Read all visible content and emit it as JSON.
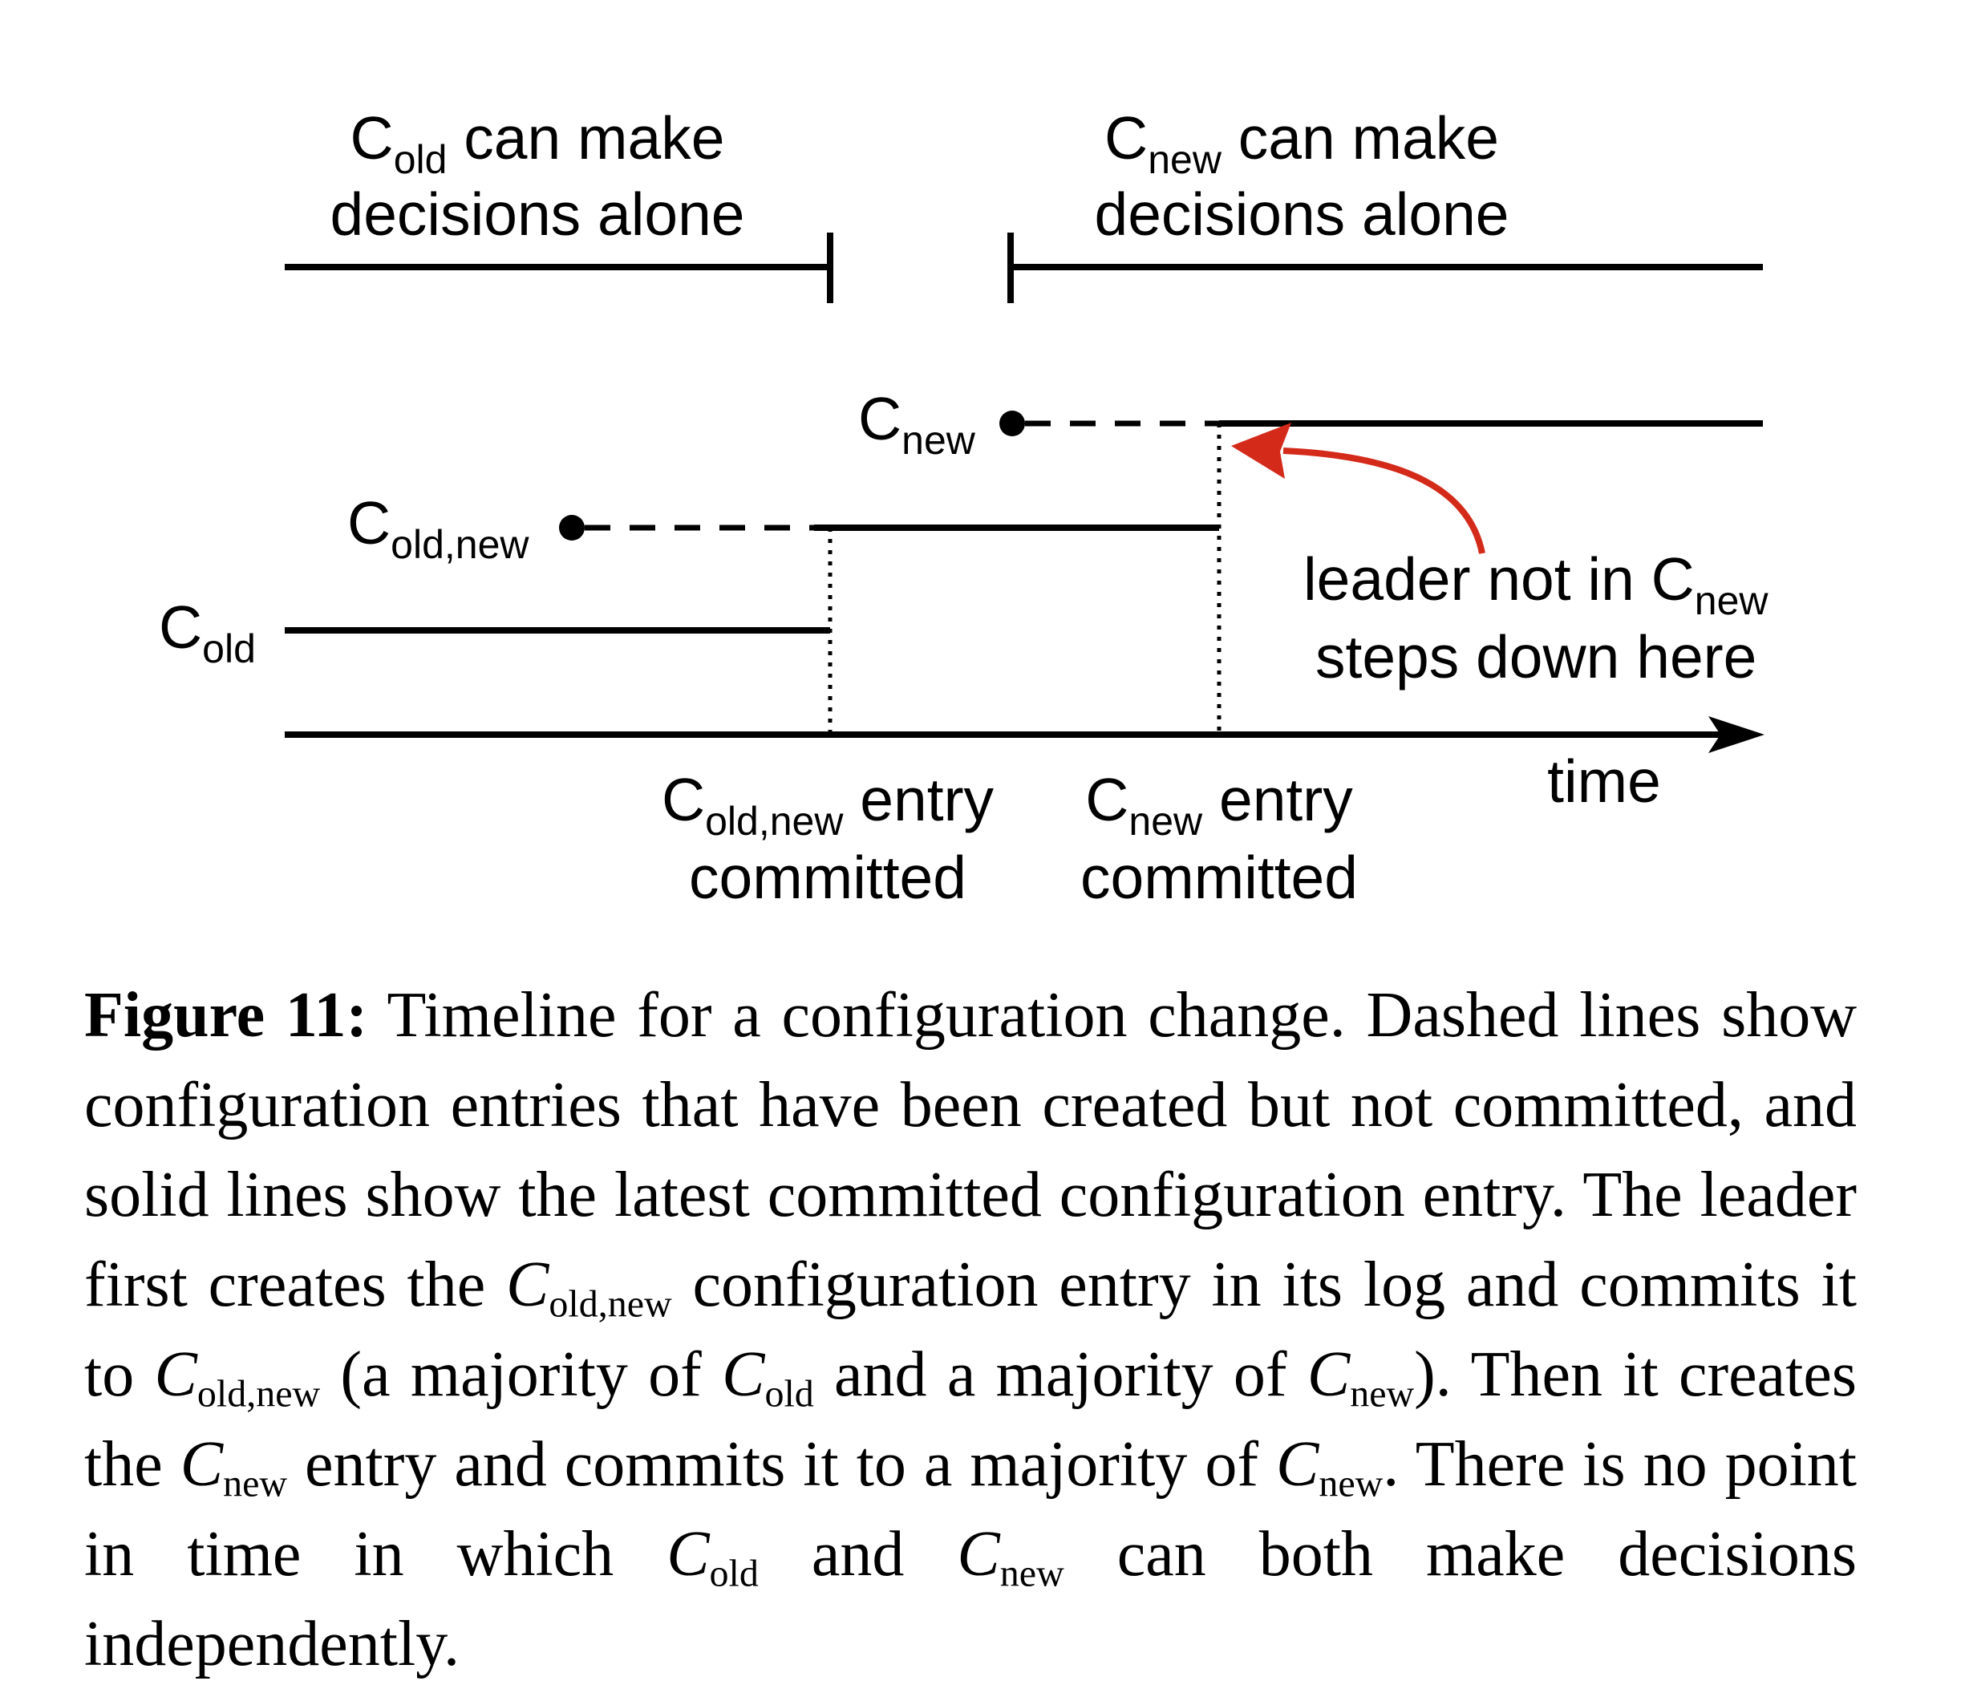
{
  "diagram": {
    "top_left": {
      "base": "C",
      "sub": "old",
      "rest": " can make",
      "line2": "decisions alone"
    },
    "top_right": {
      "base": "C",
      "sub": "new",
      "rest": " can make",
      "line2": "decisions alone"
    },
    "rows": {
      "c_new": {
        "base": "C",
        "sub": "new"
      },
      "c_old_new": {
        "base": "C",
        "sub": "old,new"
      },
      "c_old": {
        "base": "C",
        "sub": "old"
      }
    },
    "annotation": {
      "line1": "leader not in C",
      "sub": "new",
      "line2": "steps down here"
    },
    "axis_label": "time",
    "markers": {
      "old_new_commit": {
        "base": "C",
        "sub": "old,new",
        "rest": " entry",
        "line2": "committed"
      },
      "new_commit": {
        "base": "C",
        "sub": "new",
        "rest": " entry",
        "line2": "committed"
      }
    },
    "colors": {
      "ink": "#000000",
      "annotation_arrow": "#d42a1a"
    }
  },
  "caption": {
    "label": "Figure 11:",
    "parts": {
      "a": " Timeline for a configuration change. Dashed lines show configuration entries that have been created but not committed, and solid lines show the latest committed configuration entry. The leader first creates the ",
      "b": " configuration entry in its log and commits it to ",
      "c": " (a majority of ",
      "d": " and a majority of ",
      "e": "). Then it creates the ",
      "f": " entry and commits it to a majority of ",
      "g": ". There is no point in time in which ",
      "h": " and ",
      "i": " can both make decisions independently."
    },
    "math": {
      "c": "C",
      "old_new": "old,new",
      "old": "old",
      "new": "new"
    }
  }
}
